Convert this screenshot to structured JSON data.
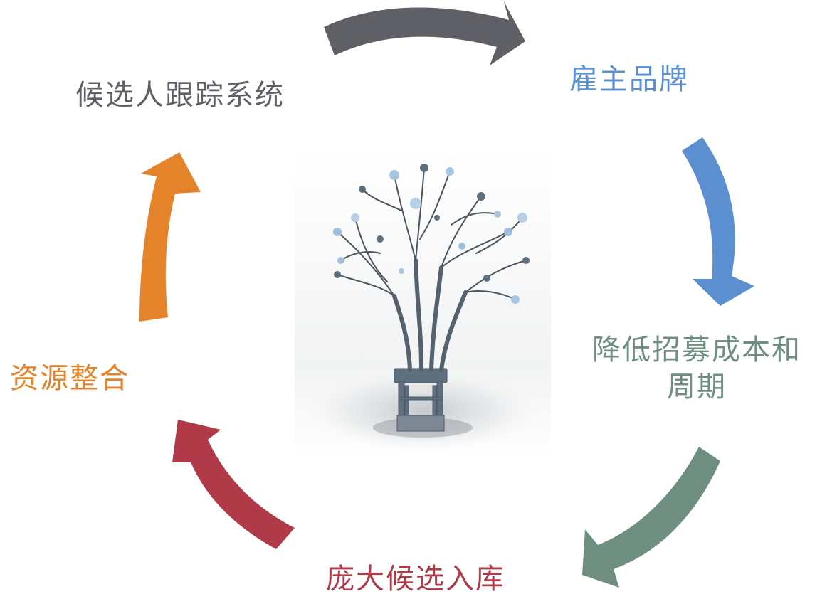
{
  "diagram": {
    "steps": [
      {
        "label": "雇主品牌",
        "color": "#5b8fcf",
        "arrow_color": "#5b8fcf"
      },
      {
        "label_line1": "降低招募成本和",
        "label_line2": "周期",
        "color": "#6e8f80",
        "arrow_color": "#6e8f80"
      },
      {
        "label": "庞大候选入库",
        "color": "#b13a48",
        "arrow_color": "#b13a48"
      },
      {
        "label": "资源整合",
        "color": "#e5832a",
        "arrow_color": "#e5832a"
      },
      {
        "label": "候选人跟踪系统",
        "color": "#5e6066",
        "arrow_color": "#5e6066"
      }
    ],
    "center_image": "tree-on-chair-illustration"
  }
}
